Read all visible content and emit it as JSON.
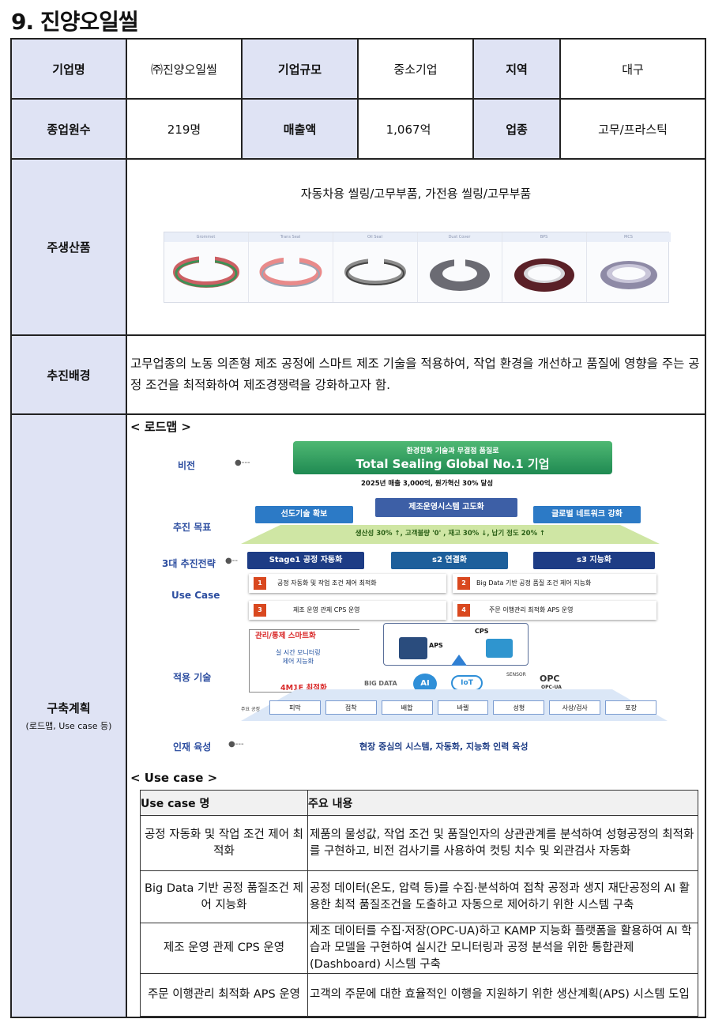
{
  "page_title": "9. 진양오일씰",
  "info": {
    "company_label": "기업명",
    "company_value": "㈜진양오일씰",
    "size_label": "기업규모",
    "size_value": "중소기업",
    "region_label": "지역",
    "region_value": "대구",
    "employees_label": "종업원수",
    "employees_value": "219명",
    "sales_label": "매출액",
    "sales_value": "1,067억",
    "industry_label": "업종",
    "industry_value": "고무/프라스틱"
  },
  "products": {
    "label": "주생산품",
    "title": "자동차용 씰링/고무부품, 가전용 씰링/고무부품",
    "items": [
      {
        "caption": "Grommet",
        "color": "#cc5f63"
      },
      {
        "caption": "Trans Seal",
        "color": "#e98a8a"
      },
      {
        "caption": "Oil Seal",
        "color": "#8c8c8c"
      },
      {
        "caption": "Dust Cover",
        "color": "#6b6b73"
      },
      {
        "caption": "BPS",
        "color": "#5a2027"
      },
      {
        "caption": "MCS",
        "color": "#8e8aa6"
      }
    ]
  },
  "background": {
    "label": "추진배경",
    "text": "고무업종의 노동 의존형 제조 공정에 스마트 제조 기술을 적용하여, 작업 환경을 개선하고 품질에 영향을 주는 공정 조건을 최적화하여 제조경쟁력을 강화하고자 함."
  },
  "plan": {
    "label": "구축계획",
    "sublabel": "(로드맵, Use case 등)",
    "roadmap_heading": "< 로드맵 >",
    "usecase_heading": "< Use case >"
  },
  "roadmap": {
    "vision_label": "비전",
    "vision_line1": "환경친화 기술과 무결점 품질로",
    "vision_line2": "Total Sealing Global No.1 기업",
    "vision_sub": "2025년 매출 3,000억, 원가혁신 30% 달성",
    "goal_label": "추진 목표",
    "goals": [
      "선도기술 확보",
      "제조운영시스템 고도화",
      "글로벌 네트워크 강화"
    ],
    "goal_metric": "생산성 30% ↑, 고객불량 '0' , 재고 30% ↓, 납기 정도 20% ↑",
    "strategy_label": "3대 추진전략",
    "strategies": [
      "Stage1 공정 자동화",
      "s2 연결화",
      "s3 지능화"
    ],
    "usecase_label": "Use Case",
    "usecases": [
      {
        "num": "1",
        "text": "공정 자동화 및 작업 조건 제어 최적화"
      },
      {
        "num": "2",
        "text": "Big Data 기반 공정 품질 조건 제어 지능화"
      },
      {
        "num": "3",
        "text": "제조 운영 관제 CPS 운영"
      },
      {
        "num": "4",
        "text": "주문 이행관리 최적화 APS 운영"
      }
    ],
    "tech_label": "적용 기술",
    "tech_loop": [
      "관리/통제 스마트화",
      "실 시간 모니터링",
      "제어 지능화",
      "4M1E 최적화"
    ],
    "tech_icons": [
      "APS",
      "CPS",
      "BIG DATA",
      "AI",
      "IoT",
      "SENSOR",
      "OPC",
      "OPC-UA"
    ],
    "process_caption": "주요 공정",
    "processes": [
      "피막",
      "접착",
      "배합",
      "바렐",
      "성형",
      "사상/검사",
      "포장"
    ],
    "talent_label": "인재 육성",
    "talent_text": "현장 중심의 시스템, 자동화, 지능화 인력 육성"
  },
  "usecase_table": {
    "col1": "Use case 명",
    "col2": "주요 내용",
    "rows": [
      {
        "name": "공정 자동화 및 작업 조건 제어 최적화",
        "desc": "제품의 물성값, 작업 조건 및 품질인자의 상관관계를 분석하여 성형공정의 최적화를 구현하고, 비전 검사기를 사용하여 컷팅 치수 및 외관검사 자동화"
      },
      {
        "name": "Big Data 기반 공정 품질조건 제어 지능화",
        "desc": "공정 데이터(온도, 압력 등)를 수집·분석하여 접착 공정과 생지 재단공정의 AI 활용한 최적 품질조건을 도출하고 자동으로 제어하기 위한 시스템 구축"
      },
      {
        "name": "제조 운영 관제 CPS 운영",
        "desc": "제조 데이터를 수집·저장(OPC-UA)하고 KAMP 지능화 플랫폼을 활용하여 AI 학습과 모델을 구현하여 실시간 모니터링과 공정 분석을 위한 통합관제(Dashboard) 시스템 구축"
      },
      {
        "name": "주문 이행관리 최적화 APS 운영",
        "desc": "고객의 주문에 대한 효율적인 이행을 지원하기 위한 생산계획(APS) 시스템 도입"
      }
    ]
  }
}
